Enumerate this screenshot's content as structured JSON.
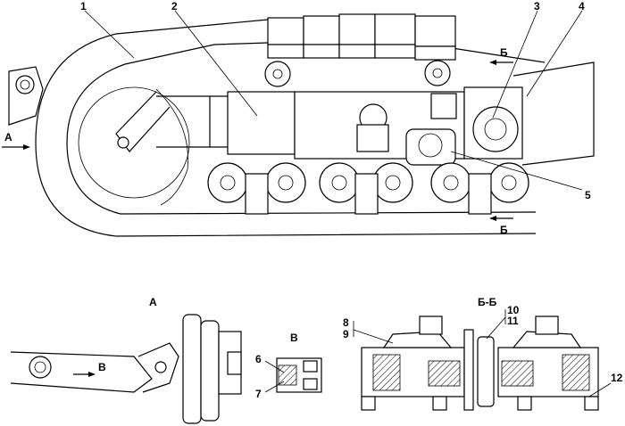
{
  "callouts": {
    "c1": "1",
    "c2": "2",
    "c3": "3",
    "c4": "4",
    "c5": "5",
    "c6": "6",
    "c7": "7",
    "c8": "8",
    "c9": "9",
    "c10": "10",
    "c11": "11",
    "c12": "12"
  },
  "views": {
    "view_a_arrow": "А",
    "view_a_title": "А",
    "view_b_arrow": "В",
    "view_b_title": "В",
    "section_mark_top": "Б",
    "section_mark_bottom": "Б",
    "section_title": "Б-Б"
  }
}
